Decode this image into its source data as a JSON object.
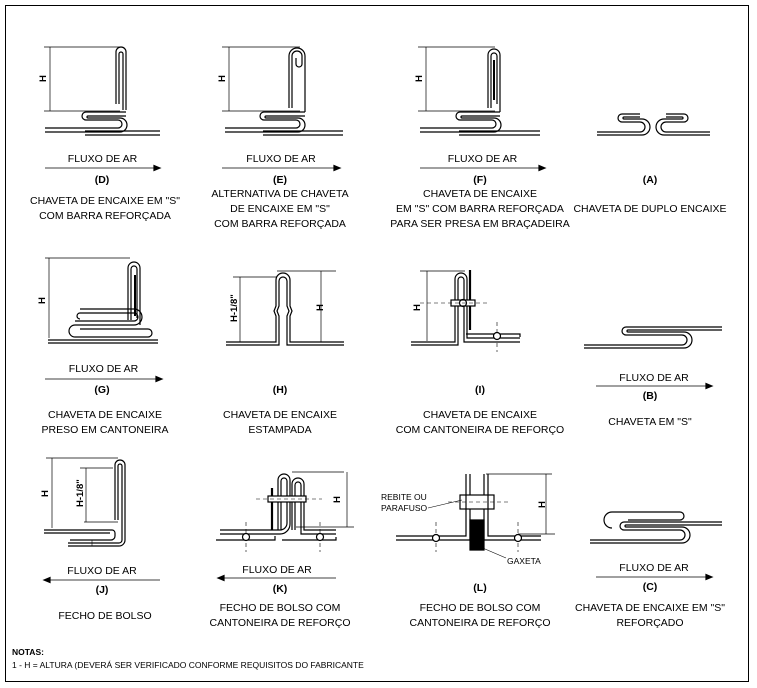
{
  "flow_label": "FLUXO DE AR",
  "dim_h": "H",
  "dim_h_minus": "H-1/8\"",
  "panels": [
    {
      "code": "(D)",
      "desc": "CHAVETA DE ENCAIXE EM \"S\"\nCOM BARRA REFORÇADA"
    },
    {
      "code": "(E)",
      "desc": "ALTERNATIVA DE CHAVETA\nDE ENCAIXE EM \"S\"\nCOM BARRA REFORÇADA"
    },
    {
      "code": "(F)",
      "desc": "CHAVETA DE ENCAIXE\nEM \"S\" COM BARRA REFORÇADA\nPARA SER PRESA EM BRAÇADEIRA"
    },
    {
      "code": "(A)",
      "desc": "CHAVETA DE DUPLO ENCAIXE"
    },
    {
      "code": "(G)",
      "desc": "CHAVETA DE ENCAIXE\nPRESO EM CANTONEIRA"
    },
    {
      "code": "(H)",
      "desc": "CHAVETA DE ENCAIXE\nESTAMPADA"
    },
    {
      "code": "(I)",
      "desc": "CHAVETA DE ENCAIXE\nCOM CANTONEIRA DE REFORÇO"
    },
    {
      "code": "(B)",
      "desc": "CHAVETA EM \"S\""
    },
    {
      "code": "(J)",
      "desc": "FECHO DE BOLSO"
    },
    {
      "code": "(K)",
      "desc": "FECHO DE BOLSO COM\nCANTONEIRA DE REFORÇO"
    },
    {
      "code": "(L)",
      "desc": "FECHO DE BOLSO COM\nCANTONEIRA DE REFORÇO"
    },
    {
      "code": "(C)",
      "desc": "CHAVETA DE ENCAIXE EM \"S\"\nREFORÇADO"
    }
  ],
  "callouts": {
    "rivet": "REBITE OU\nPARAFUSO",
    "gasket": "GAXETA"
  },
  "notes": {
    "title": "NOTAS:",
    "items": [
      "1 - H = ALTURA (DEVERÁ SER VERIFICADO CONFORME REQUISITOS DO FABRICANTE"
    ]
  }
}
